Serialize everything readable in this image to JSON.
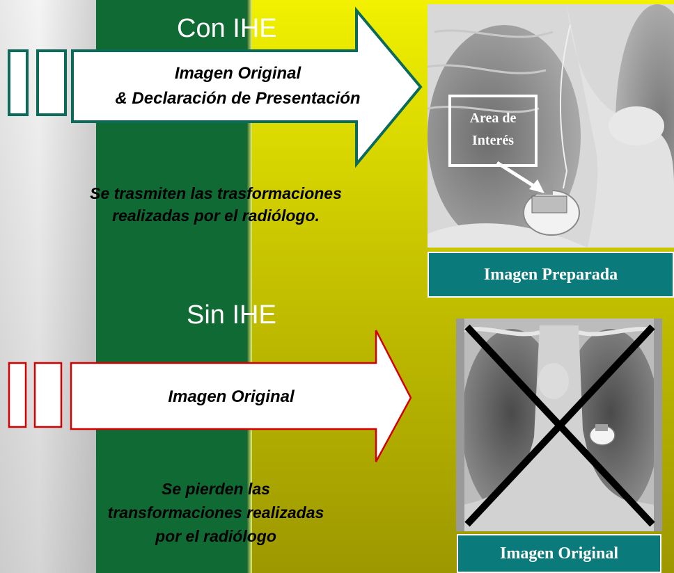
{
  "top": {
    "heading": "Con IHE",
    "arrow_line1": "Imagen Original",
    "arrow_line2": "& Declaración de Presentación",
    "caption_line1": "Se trasmiten las trasformaciones",
    "caption_line2": "realizadas por el radiólogo.",
    "roi_line1": "Area de",
    "roi_line2": "Interés",
    "image_label": "Imagen Preparada"
  },
  "bottom": {
    "heading": "Sin IHE",
    "arrow_text": "Imagen Original",
    "caption_line1": "Se pierden las",
    "caption_line2": "transformaciones realizadas",
    "caption_line3": "por el radiólogo",
    "image_label": "Imagen Original"
  },
  "colors": {
    "top_arrow_border": "#0b6a5a",
    "bottom_arrow_border": "#d40000",
    "label_bg": "#0a7a7a",
    "green_band": "#106a33"
  }
}
